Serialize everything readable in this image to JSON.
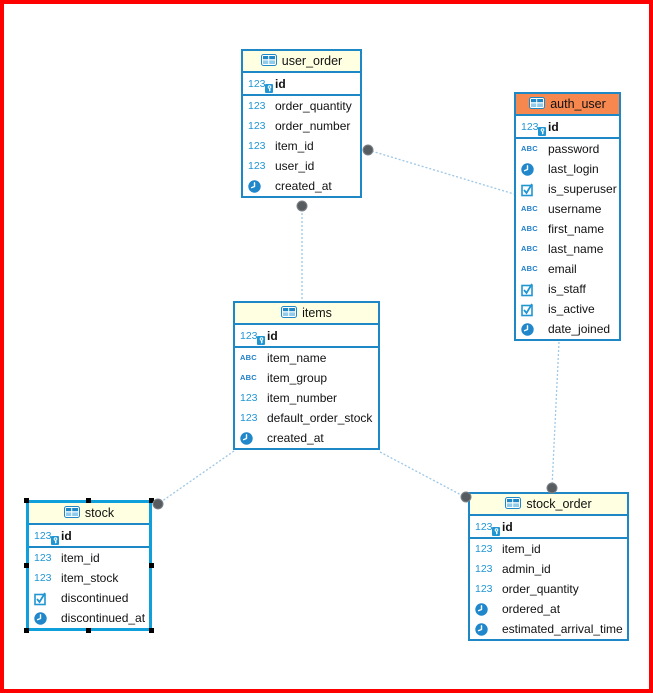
{
  "colors": {
    "frame_border": "#FF0000",
    "table_border": "#1E88C7",
    "header_bg": "#FFFFE2",
    "auth_header_bg": "#F6874E",
    "selection_border": "#0FA0DC",
    "relation_line": "#9CC7E6",
    "anchor_dot": "#575C61",
    "icon_blue": "#2196D3"
  },
  "icon_glyphs": {
    "number": "123",
    "text": "ABC"
  },
  "tables": [
    {
      "name": "user_order",
      "header_style": "yellow",
      "selected": false,
      "columns": [
        {
          "name": "id",
          "type": "number",
          "pk": true
        },
        {
          "name": "order_quantity",
          "type": "number"
        },
        {
          "name": "order_number",
          "type": "number"
        },
        {
          "name": "item_id",
          "type": "number"
        },
        {
          "name": "user_id",
          "type": "number"
        },
        {
          "name": "created_at",
          "type": "datetime"
        }
      ]
    },
    {
      "name": "auth_user",
      "header_style": "orange",
      "selected": false,
      "columns": [
        {
          "name": "id",
          "type": "number",
          "pk": true
        },
        {
          "name": "password",
          "type": "text"
        },
        {
          "name": "last_login",
          "type": "datetime"
        },
        {
          "name": "is_superuser",
          "type": "boolean"
        },
        {
          "name": "username",
          "type": "text"
        },
        {
          "name": "first_name",
          "type": "text"
        },
        {
          "name": "last_name",
          "type": "text"
        },
        {
          "name": "email",
          "type": "text"
        },
        {
          "name": "is_staff",
          "type": "boolean"
        },
        {
          "name": "is_active",
          "type": "boolean"
        },
        {
          "name": "date_joined",
          "type": "datetime"
        }
      ]
    },
    {
      "name": "items",
      "header_style": "yellow",
      "selected": false,
      "columns": [
        {
          "name": "id",
          "type": "number",
          "pk": true
        },
        {
          "name": "item_name",
          "type": "text"
        },
        {
          "name": "item_group",
          "type": "text"
        },
        {
          "name": "item_number",
          "type": "number"
        },
        {
          "name": "default_order_stock",
          "type": "number"
        },
        {
          "name": "created_at",
          "type": "datetime"
        }
      ]
    },
    {
      "name": "stock",
      "header_style": "yellow",
      "selected": true,
      "columns": [
        {
          "name": "id",
          "type": "number",
          "pk": true
        },
        {
          "name": "item_id",
          "type": "number"
        },
        {
          "name": "item_stock",
          "type": "number"
        },
        {
          "name": "discontinued",
          "type": "boolean"
        },
        {
          "name": "discontinued_at",
          "type": "datetime"
        }
      ]
    },
    {
      "name": "stock_order",
      "header_style": "yellow",
      "selected": false,
      "columns": [
        {
          "name": "id",
          "type": "number",
          "pk": true
        },
        {
          "name": "item_id",
          "type": "number"
        },
        {
          "name": "admin_id",
          "type": "number"
        },
        {
          "name": "order_quantity",
          "type": "number"
        },
        {
          "name": "ordered_at",
          "type": "datetime"
        },
        {
          "name": "estimated_arrival_time",
          "type": "datetime"
        }
      ]
    }
  ],
  "relationships": [
    {
      "from": "user_order",
      "to": "auth_user"
    },
    {
      "from": "user_order",
      "to": "items"
    },
    {
      "from": "stock",
      "to": "items"
    },
    {
      "from": "stock_order",
      "to": "items"
    },
    {
      "from": "stock_order",
      "to": "auth_user"
    }
  ]
}
